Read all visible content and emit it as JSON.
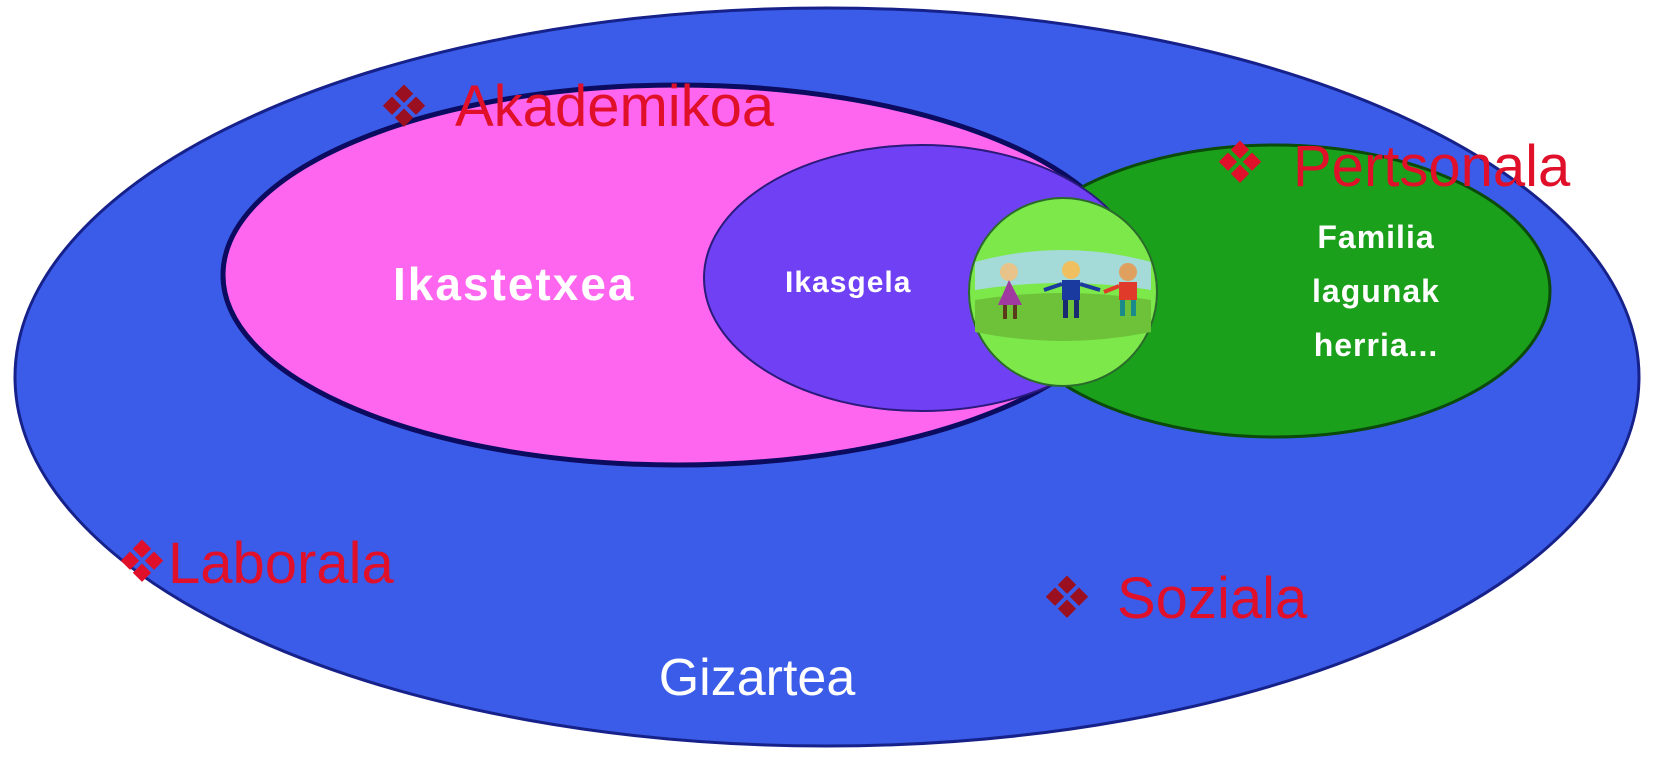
{
  "diagram": {
    "outer_label": "Gizartea",
    "school_label": "Ikastetxea",
    "classroom_label": "Ikasgela",
    "personal_lines": [
      "Familia",
      "lagunak",
      "herria..."
    ],
    "bullet_labels": {
      "academic": "Akademikoa",
      "personal": "Pertsonala",
      "work": "Laborala",
      "social": "Soziala"
    }
  },
  "colors": {
    "outer": "#3a5ce8",
    "school": "#ff66f0",
    "classroom": "#7040f5",
    "personal": "#1aa01a",
    "center": "#7de84a",
    "bullet_label": "#e0102a",
    "bullet_icon": "#9b1020",
    "ink": "#ffffff"
  }
}
